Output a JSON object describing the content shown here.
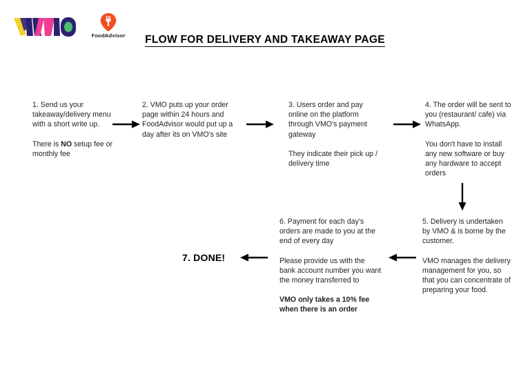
{
  "document": {
    "title": "FLOW FOR DELIVERY AND TAKEAWAY PAGE",
    "background_color": "#ffffff",
    "text_color": "#231f20"
  },
  "branding": {
    "vmo": {
      "name": "VMO",
      "colors": {
        "yellow": "#f5d128",
        "pink": "#ef3d96",
        "navy": "#2b2170",
        "green": "#4bbf6b"
      }
    },
    "foodadvisor": {
      "name": "FoodAdvisor",
      "colors": {
        "pin": "#f04e23",
        "fork": "#ffffff",
        "word": "#3d3d3d"
      }
    }
  },
  "steps": [
    {
      "id": "step-1",
      "paragraphs": [
        {
          "text": "1. Send us your takeaway/delivery menu with a short write up.",
          "bold": false
        },
        {
          "pre": "There is ",
          "emph": "NO",
          "post": " setup fee or monthly fee",
          "bold": false,
          "has_emph": true
        }
      ]
    },
    {
      "id": "step-2",
      "paragraphs": [
        {
          "text": "2. VMO puts up your order page within 24 hours and FoodAdvisor would put up a day after its on VMO's site",
          "bold": false
        }
      ]
    },
    {
      "id": "step-3",
      "paragraphs": [
        {
          "text": "3. Users order and pay online on the platform through VMO's payment gateway",
          "bold": false
        },
        {
          "text": "They indicate their pick up / delivery time",
          "bold": false
        }
      ]
    },
    {
      "id": "step-4",
      "paragraphs": [
        {
          "text": "4. The order will be sent to you (restaurant/ cafe) via WhatsApp.",
          "bold": false
        },
        {
          "text": "You don't have to install any new software or buy any hardware to accept orders",
          "bold": false
        }
      ]
    },
    {
      "id": "step-5",
      "paragraphs": [
        {
          "text": "5. Delivery is undertaken by VMO & is borne by the customer.",
          "bold": false
        },
        {
          "text": "VMO manages the delivery management for you, so that you can concentrate of preparing your food.",
          "bold": false
        }
      ]
    },
    {
      "id": "step-6",
      "paragraphs": [
        {
          "text": "6. Payment for each day's orders are made to you at the end of every day",
          "bold": false
        },
        {
          "text": "Please provide us with the bank account number you want the money transferred to",
          "bold": false
        },
        {
          "text": "VMO only takes a 10% fee when there is an order",
          "bold": true
        }
      ]
    },
    {
      "id": "step-7",
      "label": "7. DONE!"
    }
  ],
  "arrows": [
    {
      "id": "arrow-1-2",
      "direction": "right",
      "from": "step-1",
      "to": "step-2"
    },
    {
      "id": "arrow-2-3",
      "direction": "right",
      "from": "step-2",
      "to": "step-3"
    },
    {
      "id": "arrow-3-4",
      "direction": "right",
      "from": "step-3",
      "to": "step-4"
    },
    {
      "id": "arrow-4-5",
      "direction": "down",
      "from": "step-4",
      "to": "step-5"
    },
    {
      "id": "arrow-5-6",
      "direction": "left",
      "from": "step-5",
      "to": "step-6"
    },
    {
      "id": "arrow-6-7",
      "direction": "left",
      "from": "step-6",
      "to": "step-7"
    }
  ]
}
